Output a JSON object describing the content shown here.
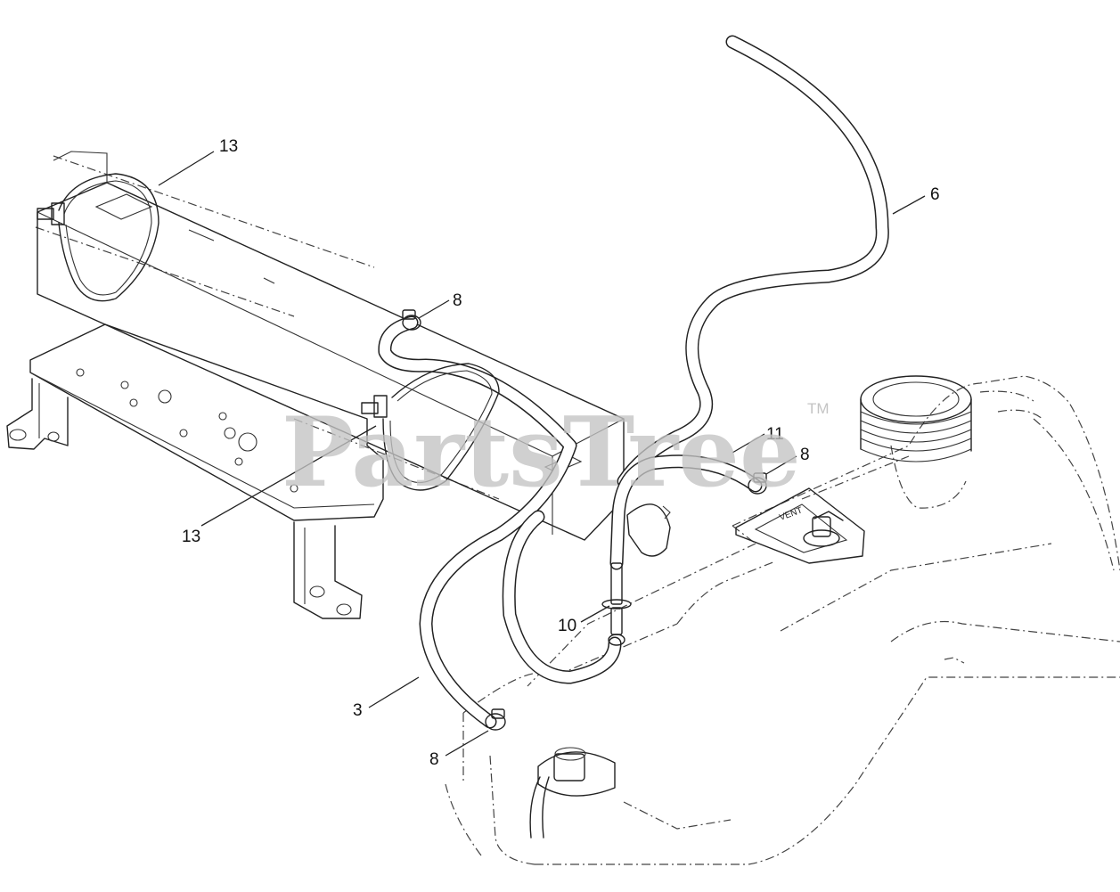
{
  "diagram": {
    "callouts": [
      {
        "id": "13a",
        "label": "13",
        "part": "cable-tie"
      },
      {
        "id": "13b",
        "label": "13",
        "part": "cable-tie"
      },
      {
        "id": "8a",
        "label": "8",
        "part": "hose-clamp"
      },
      {
        "id": "8b",
        "label": "8",
        "part": "hose-clamp"
      },
      {
        "id": "8c",
        "label": "8",
        "part": "hose-clamp"
      },
      {
        "id": "6",
        "label": "6",
        "part": "hose"
      },
      {
        "id": "11",
        "label": "11",
        "part": "hose"
      },
      {
        "id": "10",
        "label": "10",
        "part": "fitting"
      },
      {
        "id": "3",
        "label": "3",
        "part": "hose"
      }
    ],
    "tank_marking": "VENT"
  },
  "watermark": {
    "text": "PartsTree",
    "trademark": "TM",
    "color": "#c4c4c4"
  }
}
